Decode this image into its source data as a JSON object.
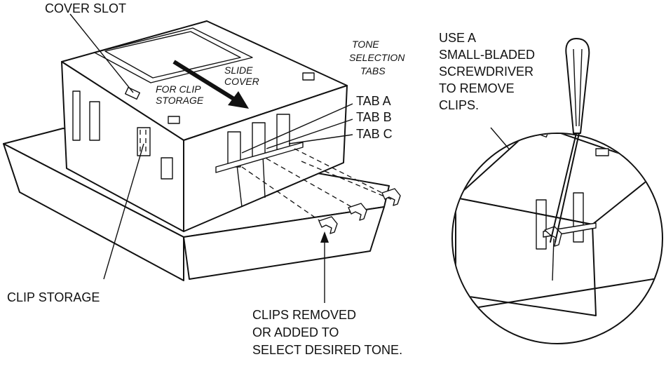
{
  "labels": {
    "cover_slot": "COVER SLOT",
    "slide_cover_1": "SLIDE",
    "slide_cover_2": "COVER",
    "for_clip_storage_1": "FOR CLIP",
    "for_clip_storage_2": "STORAGE",
    "tone_selection_1": "TONE",
    "tone_selection_2": "SELECTION",
    "tone_selection_3": "TABS",
    "tab_a": "TAB A",
    "tab_b": "TAB B",
    "tab_c": "TAB C",
    "clip_storage": "CLIP STORAGE",
    "clips_removed_1": "CLIPS REMOVED",
    "clips_removed_2": "OR ADDED TO",
    "clips_removed_3": "SELECT DESIRED TONE.",
    "use_screwdriver_1": "USE A",
    "use_screwdriver_2": "SMALL-BLADED",
    "use_screwdriver_3": "SCREWDRIVER",
    "use_screwdriver_4": "TO REMOVE",
    "use_screwdriver_5": "CLIPS."
  },
  "colors": {
    "line": "#111111",
    "background": "#ffffff"
  },
  "icons": {
    "arrow": "slide-arrow-icon",
    "screwdriver": "screwdriver-icon",
    "clip": "tone-clip-icon"
  }
}
